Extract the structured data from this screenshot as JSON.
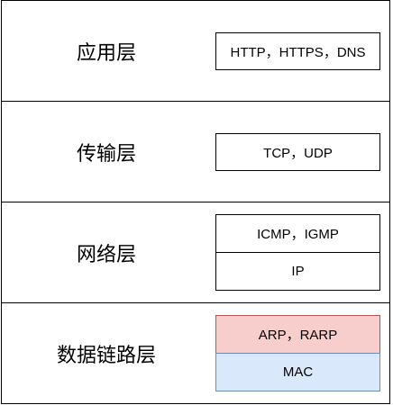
{
  "layers": [
    {
      "name": "应用层",
      "protocols": [
        "HTTP，HTTPS，DNS"
      ]
    },
    {
      "name": "传输层",
      "protocols": [
        "TCP，UDP"
      ]
    },
    {
      "name": "网络层",
      "protocols": [
        "ICMP，IGMP",
        "IP"
      ]
    },
    {
      "name": "数据链路层",
      "protocols": [
        "ARP，RARP",
        "MAC"
      ]
    }
  ],
  "colors": {
    "arp_fill": "#f8cecc",
    "arp_border": "#b85450",
    "mac_fill": "#dae8fc",
    "mac_border": "#6c8ebf"
  }
}
